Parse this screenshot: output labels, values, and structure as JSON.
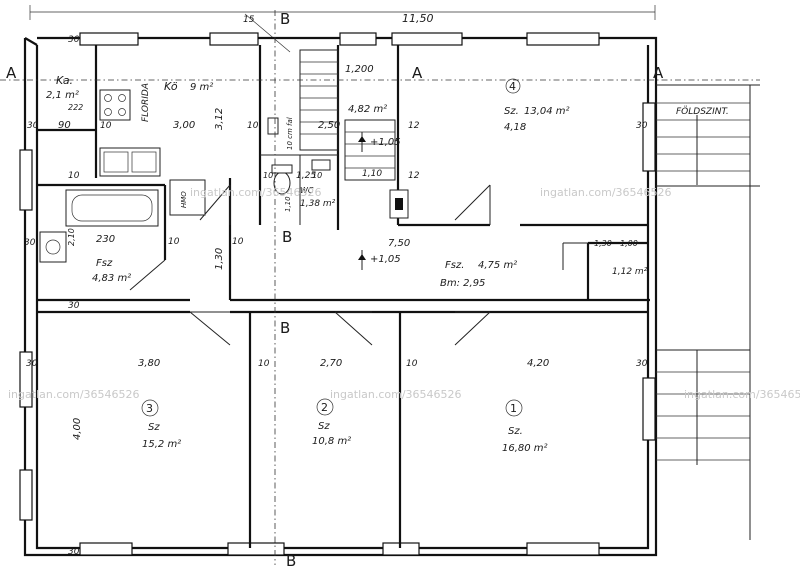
{
  "section_marks": {
    "a": "A",
    "b": "B"
  },
  "dimensions": {
    "overall_width": "11,50",
    "top_15": "15",
    "d_1200": "1,200",
    "d_222": "222",
    "d_30": "30",
    "d_90": "90",
    "d_10": "10",
    "d_12": "12",
    "d_312": "3,12",
    "d_250": "2,50",
    "d_125": "1,25",
    "d_110": "1,10",
    "d_110b": "1,10",
    "d_10cm": "10 cm fal",
    "d_230": "230",
    "d_210": "2,10",
    "d_130": "1,30",
    "d_750": "7,50",
    "d_130b": "1,30",
    "d_100": "1,00",
    "d_380": "3,80",
    "d_270": "2,70",
    "d_420": "4,20",
    "d_400": "4,00",
    "d_300": "3,00"
  },
  "level_marks": {
    "stair_level": "+1,05",
    "hall_level": "+1,05"
  },
  "rooms": {
    "kamra": {
      "name": "Ka.",
      "area": "2,1 m²"
    },
    "kitchen": {
      "name": "Kö",
      "area": "9 m²",
      "florida": "FLORIDA"
    },
    "room4": {
      "number": "4",
      "name": "Sz.",
      "area": "13,04 m²",
      "height": "4,18"
    },
    "stair_small": {
      "area": "4,82 m²"
    },
    "wc": {
      "name": "WC",
      "area": "1,38 m²"
    },
    "bath": {
      "name": "Fsz",
      "area": "4,83 m²",
      "fixture": "HMO"
    },
    "hall": {
      "name": "Fsz.",
      "area": "4,75 m²",
      "bm": "Bm: 2,95"
    },
    "closet": {
      "area": "1,12 m²"
    },
    "room3": {
      "number": "3",
      "name": "Sz",
      "area": "15,2 m²"
    },
    "room2": {
      "number": "2",
      "name": "Sz",
      "area": "10,8 m²"
    },
    "room1": {
      "number": "1",
      "name": "Sz.",
      "area": "16,80 m²"
    }
  },
  "exterior": {
    "ground_level": "FÖLDSZINT."
  },
  "watermark": {
    "text": "ingatlan.com/36546526"
  }
}
